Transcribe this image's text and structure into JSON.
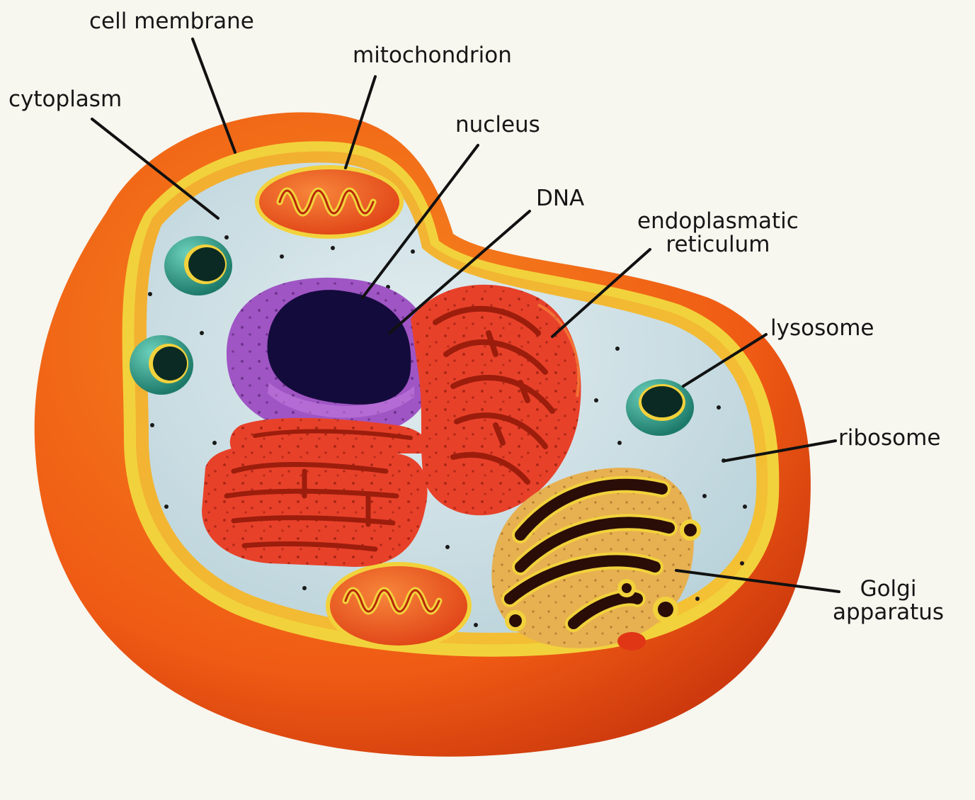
{
  "labels": {
    "cell_membrane": "cell membrane",
    "mitochondrion": "mitochondrion",
    "cytoplasm": "cytoplasm",
    "nucleus": "nucleus",
    "dna": "DNA",
    "endoplasmatic_line1": "endoplasmatic",
    "endoplasmatic_line2": "reticulum",
    "lysosome": "lysosome",
    "ribosome": "ribosome",
    "golgi_line1": "Golgi",
    "golgi_line2": "apparatus"
  },
  "colors": {
    "background": "#f7f6ef",
    "membrane_orange": "#ef5a14",
    "membrane_rim_yellow": "#f2d23c",
    "cytoplasm_blue": "#c9dde4",
    "nucleus_purple": "#9f55c4",
    "nucleus_dark": "#140b3d",
    "er_red": "#e8412a",
    "lysosome_teal": "#2f9f8c",
    "golgi_dark": "#2a0d07",
    "golgi_tan": "#e7b050",
    "leader_line": "#111111"
  }
}
